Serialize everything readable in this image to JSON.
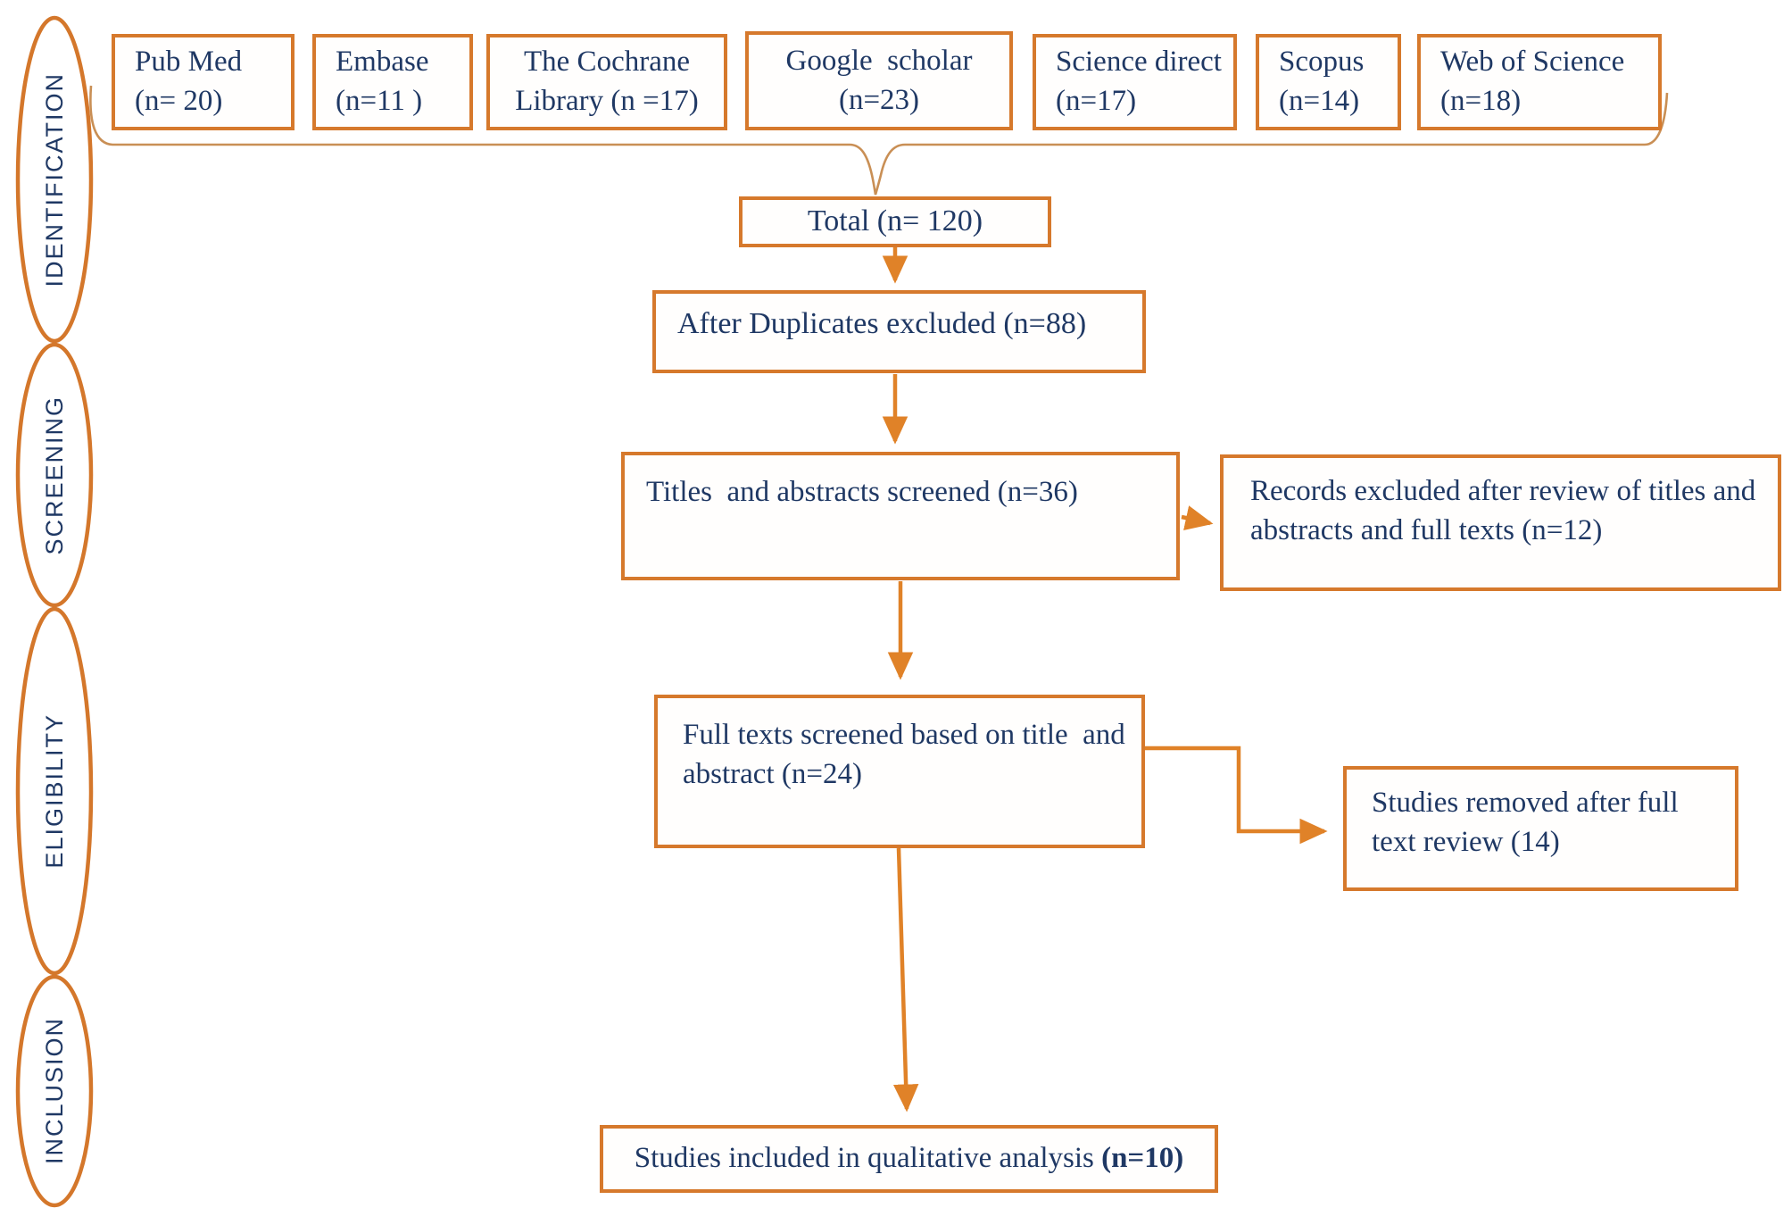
{
  "colors": {
    "box_border": "#d6792c",
    "arrow": "#e08228",
    "brace": "#c98f55",
    "text": "#1f3864"
  },
  "sidebar": {
    "stages": [
      {
        "label": "IDENTIFICATION"
      },
      {
        "label": "SCREENING"
      },
      {
        "label": "ELIGIBILITY"
      },
      {
        "label": "INCLUSION"
      }
    ]
  },
  "sources": [
    {
      "line1": "Pub Med",
      "line2": "(n= 20)"
    },
    {
      "line1": "Embase",
      "line2": "(n=11 )"
    },
    {
      "line1": "The Cochrane",
      "line2": "Library (n =17)"
    },
    {
      "line1": "Google  scholar",
      "line2": "(n=23)"
    },
    {
      "line1": "Science direct",
      "line2": "(n=17)"
    },
    {
      "line1": "Scopus",
      "line2": "(n=14)"
    },
    {
      "line1": "Web of Science",
      "line2": "(n=18)"
    }
  ],
  "flow": {
    "total": "Total (n= 120)",
    "after_duplicates": "After Duplicates excluded (n=88)",
    "titles_screened": "Titles  and abstracts screened (n=36)",
    "records_excluded": {
      "line1": "Records excluded after review of titles and",
      "line2": "abstracts and full texts (n=12)"
    },
    "full_texts": {
      "line1": "Full texts screened based on title  and",
      "line2": "abstract (n=24)"
    },
    "studies_removed": {
      "line1": "Studies removed after full",
      "line2": "text review (14)"
    },
    "included_text": "Studies included in qualitative analysis ",
    "included_bold": "(n=10)"
  }
}
